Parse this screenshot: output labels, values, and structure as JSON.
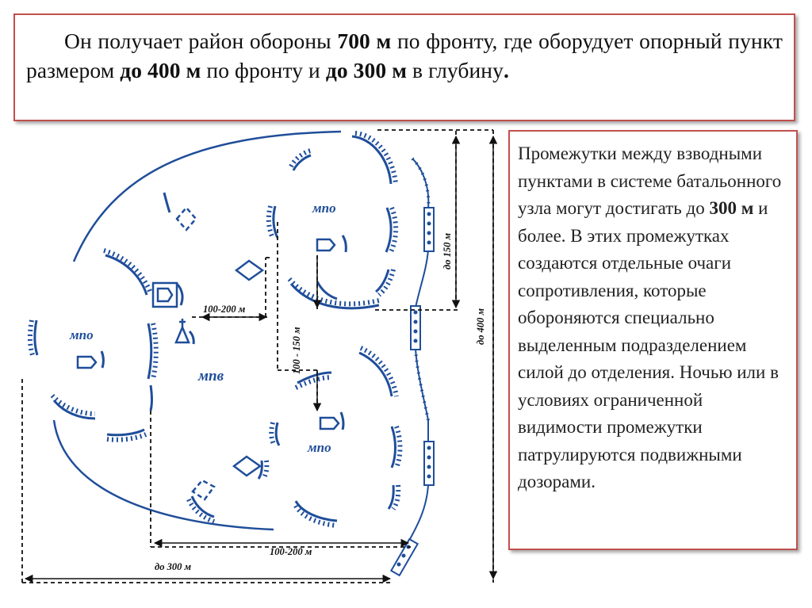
{
  "header": {
    "p1": "Он получает район обороны ",
    "b1": "700 м",
    "p2": " по фронту, где оборудует опорный пункт размером ",
    "b2": "до 400 м",
    "p3": " по фронту и ",
    "b3": "до 300 м",
    "p4": " в глубину",
    "b4": "."
  },
  "sidebar": {
    "p1": "Промежутки между взводными пунктами в системе батальонного узла могут достигать до ",
    "b1": "300 м",
    "p2": " и более. В этих промежутках создаются отдельные очаги сопротивления, которые обороняются специально выделенным подразделением силой до отделения. Ночью или в условиях ограниченной видимости промежутки патрулируются подвижными дозорами."
  },
  "diagram": {
    "labels": {
      "mpo_top": "мпо",
      "mpo_left": "мпо",
      "mpo_bottom": "мпо",
      "mpv": "мпв",
      "dim_100_200_mid": "100-200 м",
      "dim_100_200_bottom": "100-200 м",
      "dim_do_300": "до 300 м",
      "dim_100_150_vert": "100 - 150 м",
      "dim_do_150": "до 150 м",
      "dim_do_400": "до 400 м"
    },
    "colors": {
      "line": "#1f4e9a",
      "dim": "#111111",
      "frame": "#c0504d"
    }
  }
}
